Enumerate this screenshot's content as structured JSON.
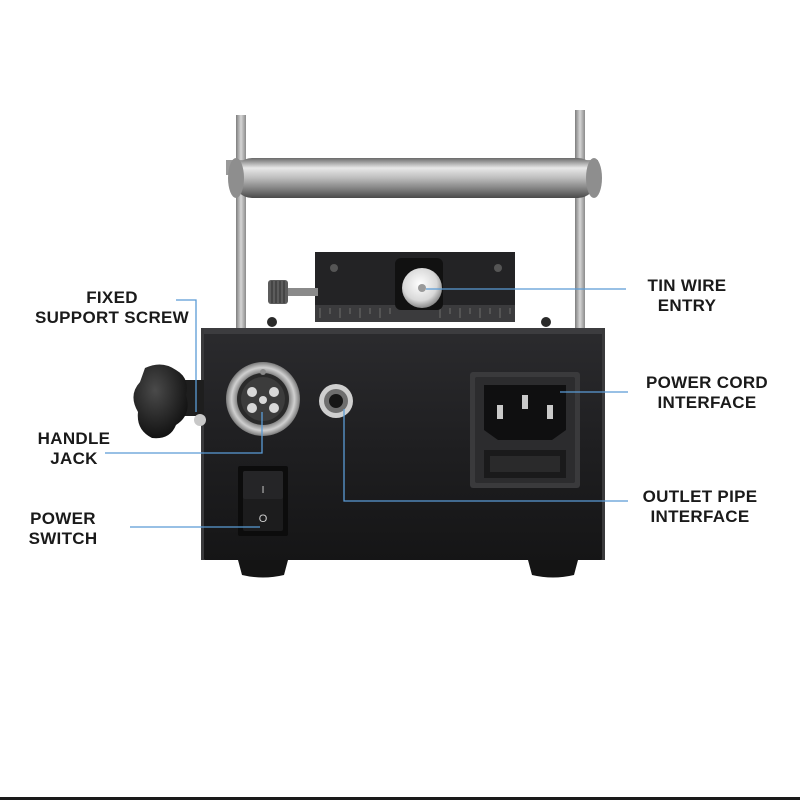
{
  "colors": {
    "callout_line": "#5a9bd5",
    "device_body": "#1e1e20",
    "label_text": "#1a1a1a"
  },
  "callouts": {
    "fixed_support_screw": {
      "line1": "FIXED",
      "line2": "SUPPORT SCREW"
    },
    "tin_wire_entry": {
      "line1": "TIN WIRE",
      "line2": "ENTRY"
    },
    "handle_jack": {
      "line1": "HANDLE",
      "line2": "JACK"
    },
    "power_cord_interface": {
      "line1": "POWER CORD",
      "line2": "INTERFACE"
    },
    "power_switch": {
      "line1": "POWER",
      "line2": "SWITCH"
    },
    "outlet_pipe_interface": {
      "line1": "OUTLET PIPE",
      "line2": "INTERFACE"
    }
  },
  "rocker_switch": {
    "on_symbol": "I",
    "off_symbol": "O"
  }
}
